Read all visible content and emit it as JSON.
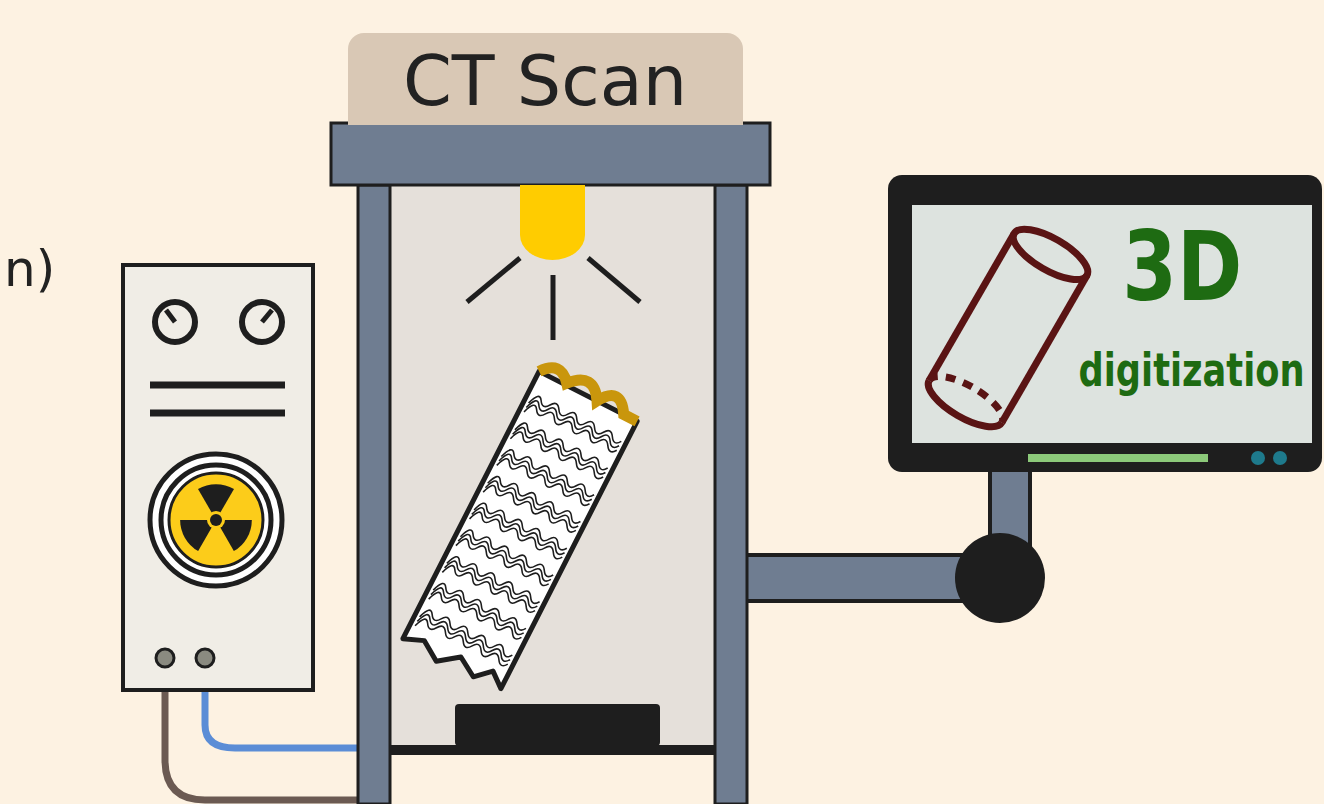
{
  "diagram": {
    "nodes": [
      {
        "text": [
          "CT Scan"
        ]
      },
      {
        "text": [
          "3D",
          "digitization"
        ]
      }
    ],
    "labels": [
      "n)"
    ]
  }
}
